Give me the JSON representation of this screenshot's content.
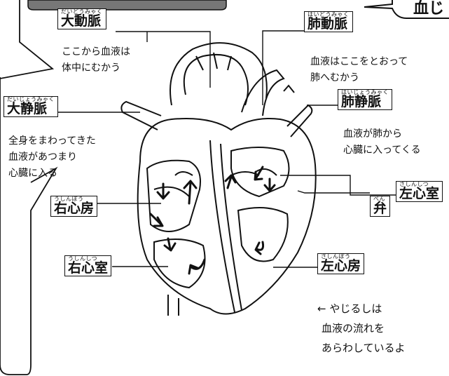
{
  "title_fragment": "血じ",
  "labels": {
    "aorta": {
      "reading": "だいどうみゃく",
      "term": "大動脈",
      "desc": [
        "ここから血液は",
        "体中にむかう"
      ]
    },
    "pulmonary_artery": {
      "reading": "はいどうみゃく",
      "term": "肺動脈",
      "desc": [
        "血液はここをとおって",
        "肺へむかう"
      ]
    },
    "vena_cava": {
      "reading": "だいじょうみゃく",
      "term": "大静脈",
      "desc": [
        "全身をまわってきた",
        "血液があつまり",
        "心臓に入る"
      ]
    },
    "pulmonary_vein": {
      "reading": "はいじょうみゃく",
      "term": "肺静脈",
      "desc": [
        "血液が肺から",
        "心臓に入ってくる"
      ]
    },
    "right_atrium": {
      "reading": "うしんぼう",
      "term": "右心房"
    },
    "right_ventricle": {
      "reading": "うしんしつ",
      "term": "右心室"
    },
    "left_ventricle": {
      "reading": "さしんしつ",
      "term": "左心室"
    },
    "valve": {
      "reading": "べん",
      "term": "弁"
    },
    "left_atrium": {
      "reading": "さしんぼう",
      "term": "左心房"
    }
  },
  "legend": [
    "← やじるしは",
    "血液の流れを",
    "あらわしているよ"
  ]
}
